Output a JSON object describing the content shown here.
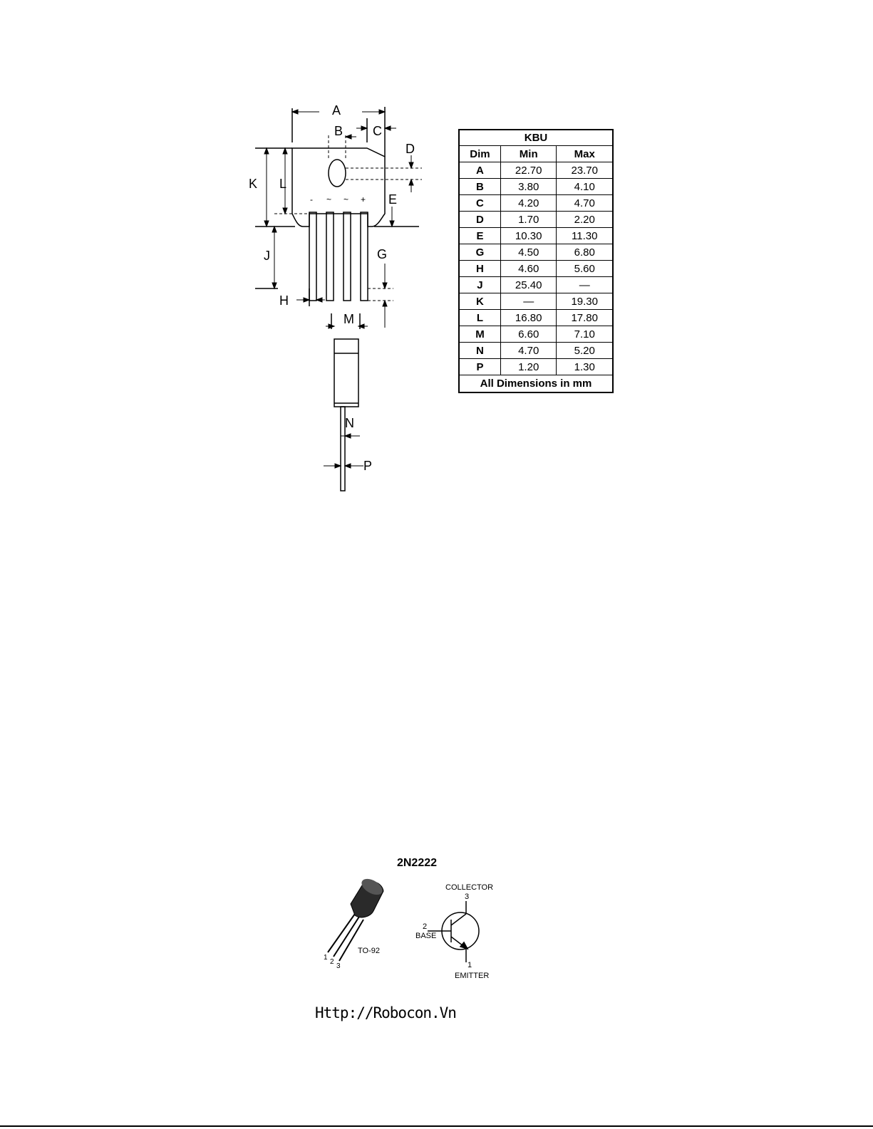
{
  "kbu_drawing": {
    "labels": {
      "A": "A",
      "B": "B",
      "C": "C",
      "D": "D",
      "E": "E",
      "G": "G",
      "H": "H",
      "J": "J",
      "K": "K",
      "L": "L",
      "M": "M",
      "N": "N",
      "P": "P"
    },
    "pin_marks": [
      "-",
      "~",
      "~",
      "+"
    ]
  },
  "kbu_table": {
    "title": "KBU",
    "headers": [
      "Dim",
      "Min",
      "Max"
    ],
    "rows": [
      {
        "dim": "A",
        "min": "22.70",
        "max": "23.70"
      },
      {
        "dim": "B",
        "min": "3.80",
        "max": "4.10"
      },
      {
        "dim": "C",
        "min": "4.20",
        "max": "4.70"
      },
      {
        "dim": "D",
        "min": "1.70",
        "max": "2.20"
      },
      {
        "dim": "E",
        "min": "10.30",
        "max": "11.30"
      },
      {
        "dim": "G",
        "min": "4.50",
        "max": "6.80"
      },
      {
        "dim": "H",
        "min": "4.60",
        "max": "5.60"
      },
      {
        "dim": "J",
        "min": "25.40",
        "max": "—"
      },
      {
        "dim": "K",
        "min": "—",
        "max": "19.30"
      },
      {
        "dim": "L",
        "min": "16.80",
        "max": "17.80"
      },
      {
        "dim": "M",
        "min": "6.60",
        "max": "7.10"
      },
      {
        "dim": "N",
        "min": "4.70",
        "max": "5.20"
      },
      {
        "dim": "P",
        "min": "1.20",
        "max": "1.30"
      }
    ],
    "footer": "All Dimensions in mm"
  },
  "transistor": {
    "part_number": "2N2222",
    "package": "TO-92",
    "pin_numbers": [
      "1",
      "2",
      "3"
    ],
    "collector_label": "COLLECTOR",
    "collector_pin": "3",
    "base_label": "BASE",
    "base_pin": "2",
    "emitter_label": "EMITTER",
    "emitter_pin": "1"
  },
  "website": "Http://Robocon.Vn"
}
